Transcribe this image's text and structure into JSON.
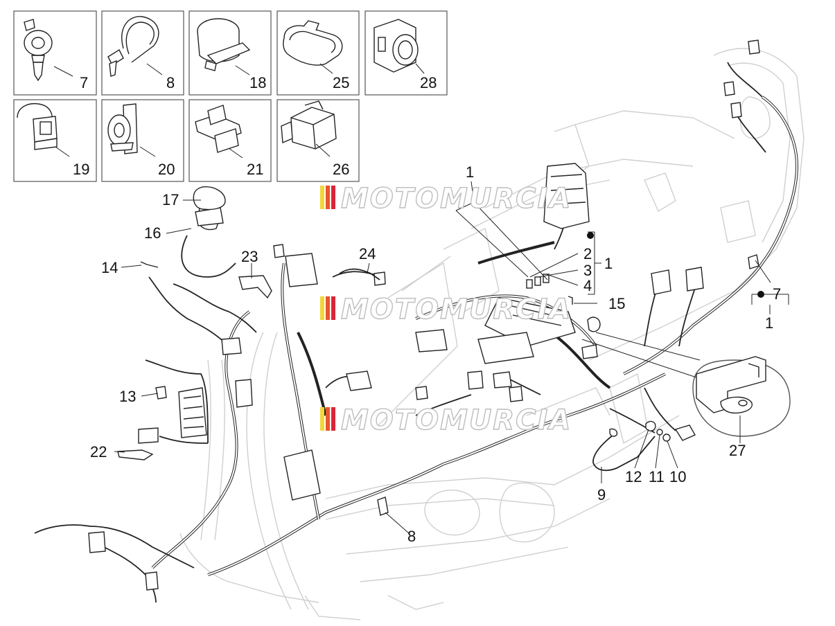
{
  "watermark": {
    "text": "MOTOMURCIA",
    "stripe_colors": [
      "#f2d63a",
      "#e8562b",
      "#d9263a"
    ]
  },
  "thumbnails": [
    {
      "number": "7",
      "part": "push-in clip"
    },
    {
      "number": "8",
      "part": "cable tie"
    },
    {
      "number": "18",
      "part": "wire clamp"
    },
    {
      "number": "25",
      "part": "connector cap"
    },
    {
      "number": "28",
      "part": "connector sleeve"
    },
    {
      "number": "19",
      "part": "cable holder"
    },
    {
      "number": "20",
      "part": "bracket clip"
    },
    {
      "number": "21",
      "part": "fuse holder clip"
    },
    {
      "number": "26",
      "part": "multi-pin connector"
    }
  ],
  "callouts": {
    "c1_top": "1",
    "c2": "2",
    "c3": "3",
    "c4": "4",
    "c1_right": "1",
    "c15": "15",
    "c7_right": "7",
    "c1_bottom": "1",
    "c27": "27",
    "c17": "17",
    "c16": "16",
    "c14": "14",
    "c23": "23",
    "c24": "24",
    "c13": "13",
    "c22": "22",
    "c8_bottom": "8",
    "c9": "9",
    "c12": "12",
    "c11": "11",
    "c10": "10"
  },
  "legend_marker": "●"
}
